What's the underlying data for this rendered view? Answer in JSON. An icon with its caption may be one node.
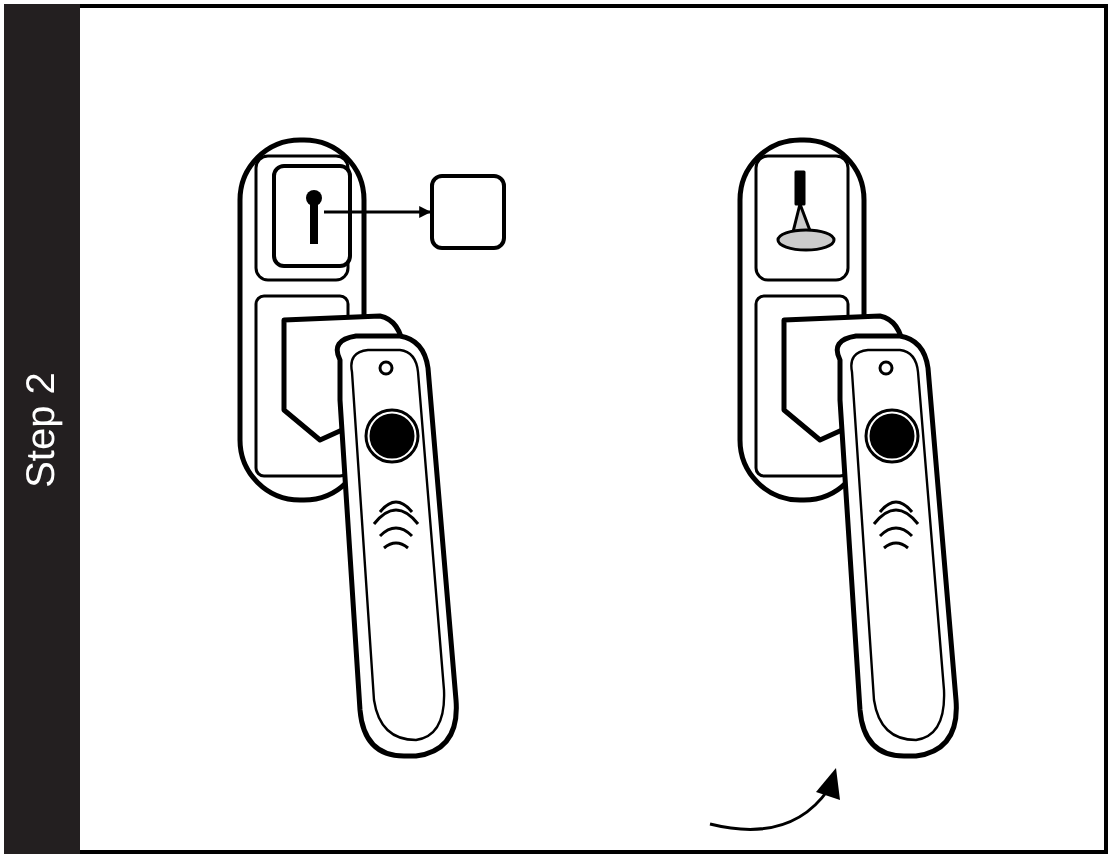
{
  "diagram": {
    "nodes": [
      {
        "text": [],
        "shape": "box"
      },
      {
        "text": [],
        "shape": "box"
      }
    ],
    "edges": [
      {
        "from": 0,
        "to": 1,
        "arrow": "to"
      }
    ],
    "labels": [
      "Step 2"
    ]
  }
}
